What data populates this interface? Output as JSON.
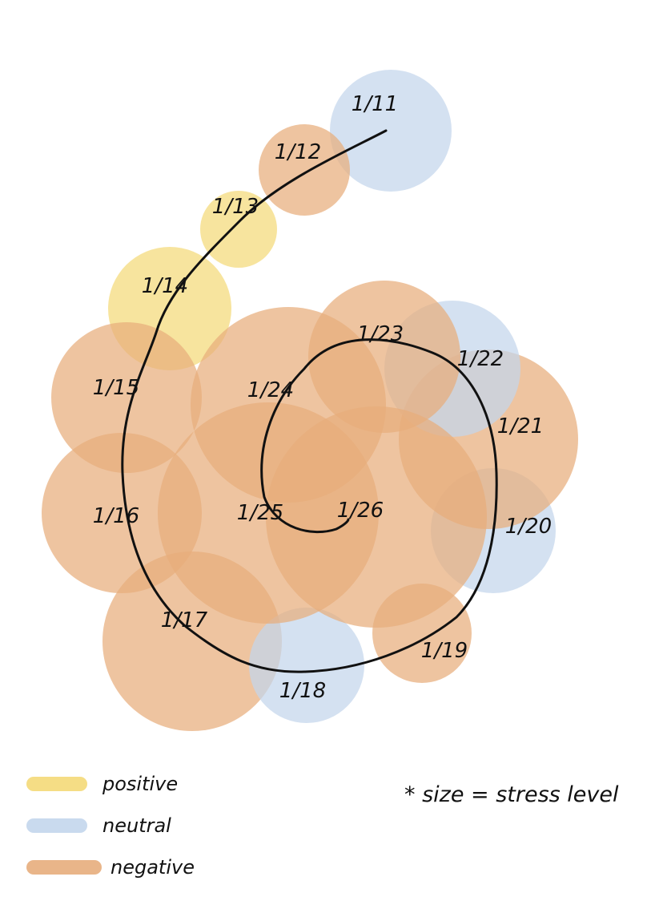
{
  "chart_data": {
    "type": "scatter",
    "encoding": "bubble spiral",
    "sentiment_colors": {
      "positive": "#f4d978",
      "neutral": "#c3d6ec",
      "negative": "#e7ad7c"
    },
    "points": [
      {
        "date": "1/11",
        "sentiment": "neutral"
      },
      {
        "date": "1/12",
        "sentiment": "negative"
      },
      {
        "date": "1/13",
        "sentiment": "positive"
      },
      {
        "date": "1/14",
        "sentiment": "positive"
      },
      {
        "date": "1/15",
        "sentiment": "negative"
      },
      {
        "date": "1/16",
        "sentiment": "negative"
      },
      {
        "date": "1/17",
        "sentiment": "negative"
      },
      {
        "date": "1/18",
        "sentiment": "neutral"
      },
      {
        "date": "1/19",
        "sentiment": "negative"
      },
      {
        "date": "1/20",
        "sentiment": "neutral"
      },
      {
        "date": "1/21",
        "sentiment": "negative"
      },
      {
        "date": "1/22",
        "sentiment": "neutral"
      },
      {
        "date": "1/23",
        "sentiment": "negative"
      },
      {
        "date": "1/24",
        "sentiment": "negative"
      },
      {
        "date": "1/25",
        "sentiment": "negative"
      },
      {
        "date": "1/26",
        "sentiment": "negative"
      }
    ],
    "legend": [
      {
        "label": "positive",
        "sentiment": "positive"
      },
      {
        "label": "neutral",
        "sentiment": "neutral"
      },
      {
        "label": "negative",
        "sentiment": "negative"
      }
    ],
    "note": "* size = stress level"
  }
}
